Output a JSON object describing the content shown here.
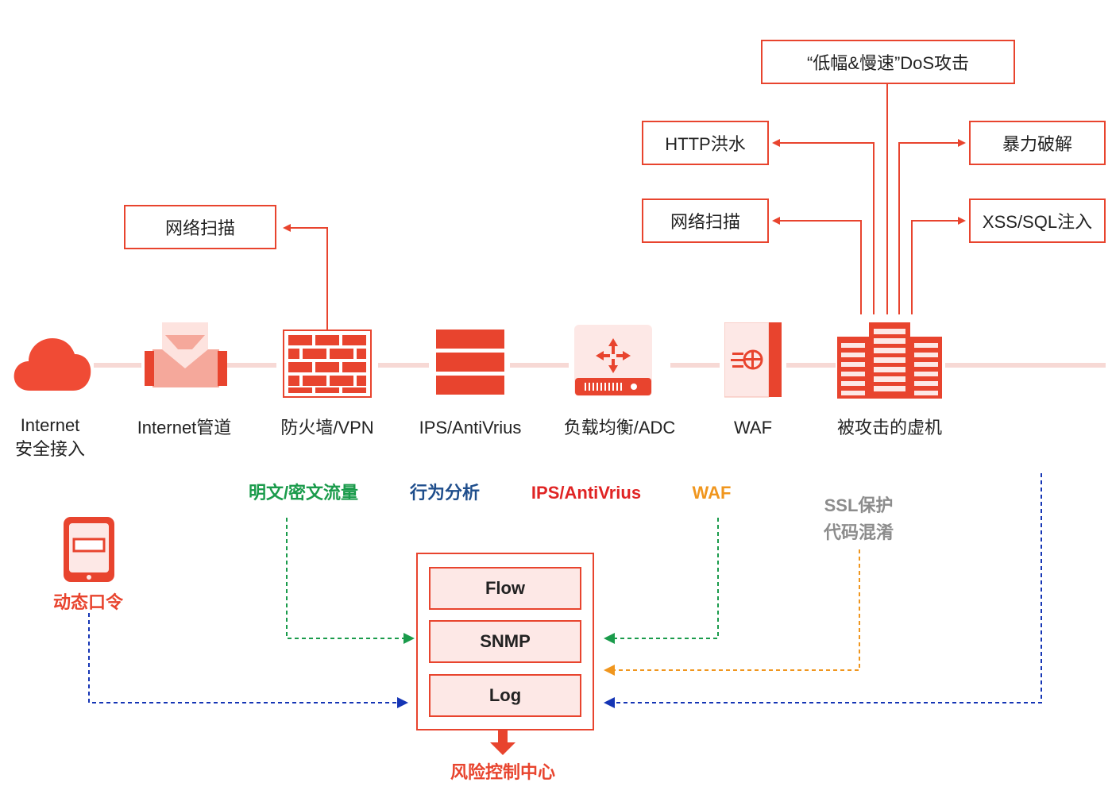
{
  "nodes": [
    {
      "id": "internet",
      "label": "Internet",
      "label2": "安全接入",
      "icon": "cloud-icon"
    },
    {
      "id": "pipe",
      "label": "Internet管道",
      "icon": "pipe-icon"
    },
    {
      "id": "firewall",
      "label": "防火墙/VPN",
      "icon": "brick-wall-icon"
    },
    {
      "id": "ips",
      "label": "IPS/AntiVrius",
      "icon": "ips-stack-icon"
    },
    {
      "id": "adc",
      "label": "负载均衡/ADC",
      "icon": "load-balancer-icon"
    },
    {
      "id": "waf",
      "label": "WAF",
      "icon": "waf-shield-icon"
    },
    {
      "id": "vm",
      "label": "被攻击的虚机",
      "icon": "server-rack-icon"
    }
  ],
  "attacks": {
    "scan_firewall": "网络扫描",
    "dos": "“低幅&慢速”DoS攻击",
    "http_flood": "HTTP洪水",
    "brute_force": "暴力破解",
    "scan_vm": "网络扫描",
    "xss_sql": "XSS/SQL注入"
  },
  "tags": {
    "traffic": "明文/密文流量",
    "behavior": "行为分析",
    "ips": "IPS/AntiVrius",
    "waf": "WAF",
    "ssl_line1": "SSL保护",
    "ssl_line2": "代码混淆",
    "otp": "动态口令"
  },
  "collector": {
    "items": [
      "Flow",
      "SNMP",
      "Log"
    ]
  },
  "risk_center": "风险控制中心",
  "colors": {
    "accent": "#e8442e",
    "green": "#1a9b4b",
    "blue": "#1f4e8c",
    "red": "#e02424",
    "orange": "#f0961e",
    "gray": "#8c8c8c",
    "navy": "#1535b5"
  }
}
